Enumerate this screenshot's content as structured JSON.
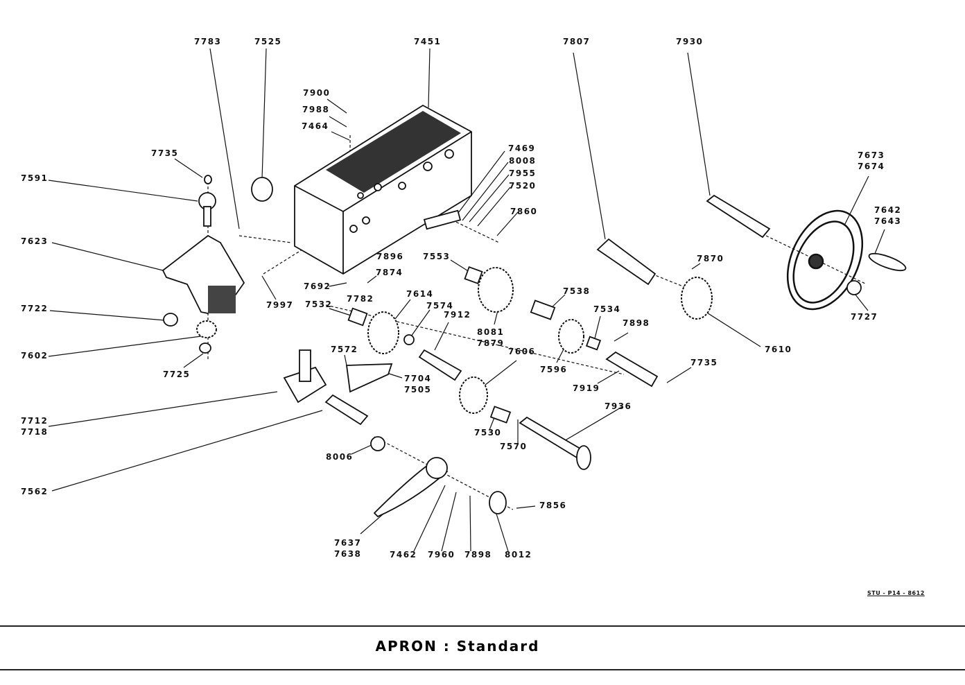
{
  "title": "APRON : Standard",
  "drawing_code": "STU - P14 - 8612",
  "parts": {
    "p7783": "7783",
    "p7525": "7525",
    "p7451": "7451",
    "p7807": "7807",
    "p7930": "7930",
    "p7900": "7900",
    "p7988": "7988",
    "p7464": "7464",
    "p7735a": "7735",
    "p7591": "7591",
    "p7469": "7469",
    "p8008": "8008",
    "p7955": "7955",
    "p7520": "7520",
    "p7860": "7860",
    "p7673": "7673\n7674",
    "p7642": "7642\n7643",
    "p7623": "7623",
    "p7896": "7896",
    "p7553": "7553",
    "p7870": "7870",
    "p7692": "7692",
    "p7874": "7874",
    "p7782": "7782",
    "p7997": "7997",
    "p7538": "7538",
    "p7727": "7727",
    "p7722": "7722",
    "p7532": "7532",
    "p7614": "7614",
    "p7574": "7574",
    "p7912": "7912",
    "p7534": "7534",
    "p7898a": "7898",
    "p8081": "8081\n7879",
    "p7610": "7610",
    "p7602": "7602",
    "p7572": "7572",
    "p7606": "7606",
    "p7596": "7596",
    "p7735b": "7735",
    "p7725": "7725",
    "p7704": "7704\n7505",
    "p7919": "7919",
    "p7712": "7712\n7718",
    "p7936": "7936",
    "p7530": "7530",
    "p7570": "7570",
    "p8006": "8006",
    "p7562": "7562",
    "p7856": "7856",
    "p7637": "7637\n7638",
    "p7462": "7462",
    "p7960": "7960",
    "p7898b": "7898",
    "p8012": "8012"
  }
}
